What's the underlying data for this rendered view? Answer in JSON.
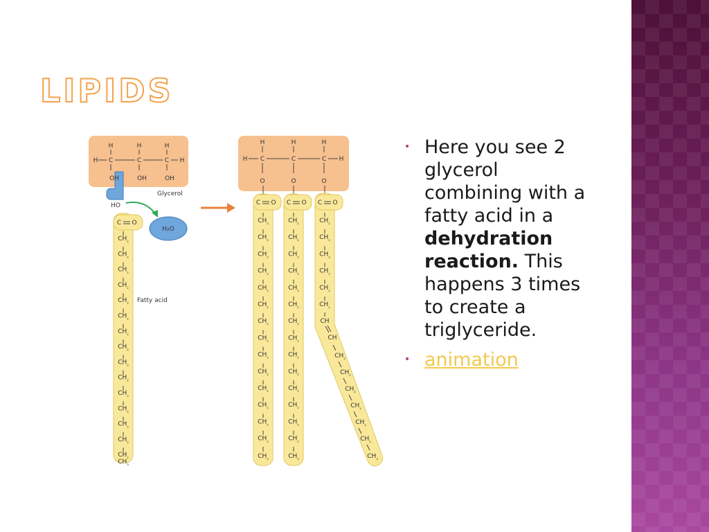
{
  "slide": {
    "title": "LIPIDS",
    "accent_color": "#f4a24a",
    "band_color": "#7a2a6e"
  },
  "bullets": {
    "first": {
      "text_before": "Here you see 2 glycerol combining with a fatty acid in a ",
      "bold": "dehydration reaction.",
      "text_after": "  This happens 3 times to create a triglyceride."
    },
    "second": {
      "link_text": "animation"
    }
  },
  "diagram": {
    "glycerol_label": "Glycerol",
    "fatty_acid_label": "Fatty acid",
    "water_label": "H₂O",
    "atoms": {
      "h": "H",
      "c": "C",
      "o": "O",
      "oh": "OH",
      "ho": "HO",
      "carbonyl": "C=O",
      "ch2": "CH₂",
      "ch3": "CH₃",
      "ch": "CH"
    },
    "colors": {
      "glycerol_box": "#f6c08f",
      "chain": "#fae89a",
      "hydroxyl": "#6fa6dc",
      "arrow": "#e8813c",
      "green_arrow": "#2eaa5a"
    }
  }
}
